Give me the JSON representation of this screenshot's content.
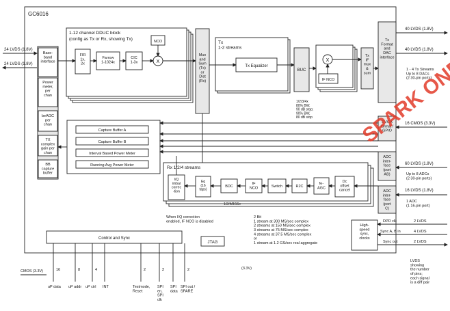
{
  "chip": "GC6016",
  "left_io": {
    "lvds_in_1": "24 LVDS (1.8V)",
    "lvds_in_2": "24 LVDS (1.8V)"
  },
  "baseband": "Base-\nband\ninterface",
  "left_column": [
    "Power\nmeter,\nper\nchan",
    "beAGC\nper\nchan",
    "TX\ncomplex\ngain per\nchan",
    "BB\ncapture\nbuffer"
  ],
  "dduc": {
    "title": "1-12 channel DDUC block",
    "subtitle": "(config as Tx or Rx, showing Tx)",
    "fir": "FIR\n1x,\n2x",
    "farrow": "Farrow\n1-1024x",
    "cic": "CIC\n1-3x",
    "nco": "NCO",
    "mult": "X"
  },
  "mux": "Mux\nand\nSum\n(Tx)\nor\nDist\n(Rx)",
  "tx_stream": {
    "title": "Tx\n1-2 streams",
    "equalizer": "Tx Equalizer"
  },
  "buc": "BUC",
  "buc_note": "1/2/3/4x\n80% BW,\n90 dB stop;\n90% BW,\n80 dB stop",
  "if_nco": "IF NCO",
  "if_mux": "Tx\nIF\nmux\n&\nsum",
  "tx_format": "Tx\nFormat\nand\nDAC\ninterface",
  "right_io": {
    "lvds40_1": "40 LVDS (1.8V)",
    "lvds40_2": "40 LVDS (1.8V)",
    "tx_streams_note": "1 - 4 Tx Streams\nUp to 8 DACs\n(2 30-pin ports)",
    "cmos16": "16 CMOS (3.3V)",
    "lvds60": "60 LVDS (1.8V)",
    "adcs": "Up to 8 ADCs\n(2 30-pin ports)",
    "lvds16": "16 LVDS (1.8V)",
    "adc1": "1 ADC\n(1 16-pin port)",
    "dpd_clk": "DPD clk",
    "lvds2_a": "2 LVDS",
    "sync_ab": "Sync A, B in",
    "lvds4": "4 LVDS",
    "sync_out": "Sync out",
    "lvds2_b": "2 LVDS",
    "lvds_note": "LVDS\nshowing\nthe number\nof pins;\neach signal\nis a diff pair"
  },
  "dvga": "DVGA\nformat /\nGPIO",
  "adc_ab": "ADC\ninter-\nface\n(port\nAB)",
  "adc_c": "ADC\ninter-\nface\n(port\nC)",
  "capture": [
    "Capture Buffer A",
    "Capture Buffer B",
    "Interval Based Power Meter",
    "Running Avg Power Meter"
  ],
  "rx": {
    "title": "Rx 1/2/4 streams",
    "iq": "I/Q\nimbal\ncorrec\n-tion",
    "eq": "Eq\n(16\ntaps)",
    "bdc": "BDC",
    "if_nco": "IF\nNCO",
    "switch": "Switch",
    "r2c": "R2C",
    "feagc": "fe-\nAGC",
    "dc": "Dc\noffset\ncancel",
    "rate": "1/2/4/8/16x",
    "note": "When I/Q correction\nenabled, IF NCO is disabled"
  },
  "bit_modes": "2 Bit\n1 stream at 300 MS/sec complex\n2 streams at 150 MS/sec complex\n3 streams at 75 MS/sec complex\n4 streams at 37.5 MS/sec complex\nor\n1 stream at 1.2 GS/sec real aggregate",
  "control": "Control and Sync",
  "jtag": "JTAG",
  "cmos_33": "CMOS (3.3V)",
  "cmos_33b": "(3.3V)",
  "hss": "High-\nspeed\nsync,\nclocks",
  "bottom": {
    "w16": "16",
    "w8": "8",
    "w4": "4",
    "w2a": "2",
    "w2b": "2",
    "w2c": "2",
    "up_data": "uP data",
    "up_addr": "uP addr",
    "up_ctrl": "uP ctrl",
    "int": "INT",
    "testmode": "Testmode,\nReset",
    "spi_en": "SPI\nen,\nSPI\nclk",
    "spi_data": "SPI\ndata",
    "spi_out": "SPI out /\nSPARE"
  },
  "watermark": "SPARK ONE"
}
